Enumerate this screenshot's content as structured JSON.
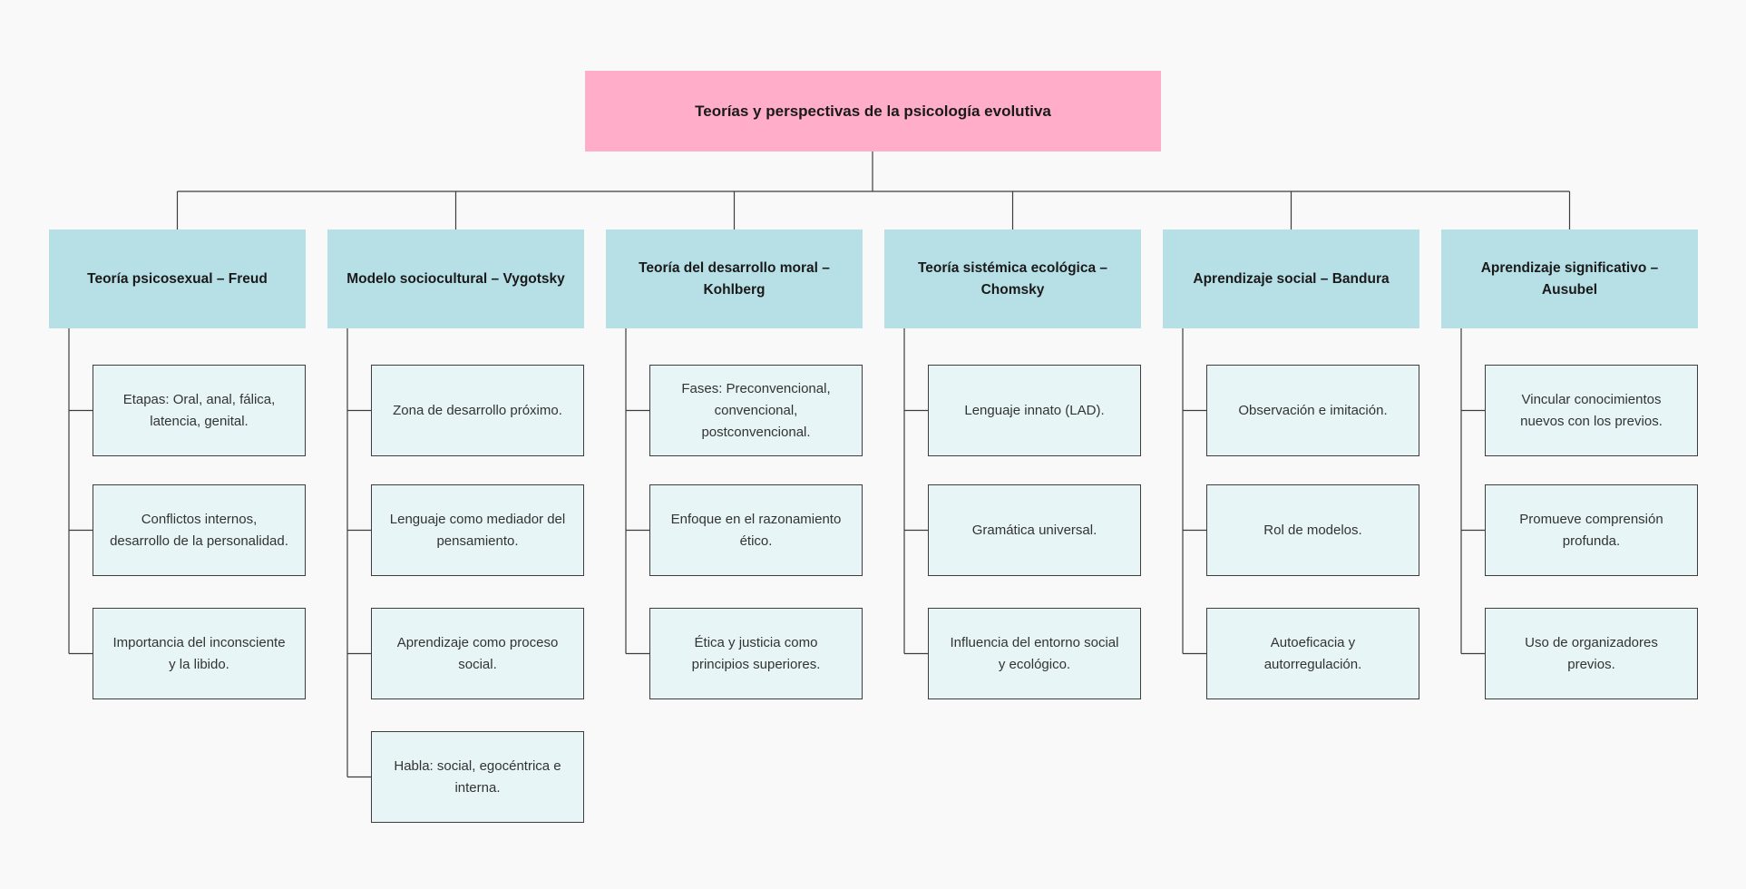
{
  "colors": {
    "root": "#ffadc9",
    "branch": "#b7dfe6",
    "leaf": "#e7f5f6",
    "line": "#3d3d3d"
  },
  "root": {
    "label": "Teorías y perspectivas de la psicología evolutiva"
  },
  "branches": [
    {
      "label": "Teoría psicosexual – Freud",
      "items": [
        "Etapas: Oral, anal, fálica, latencia, genital.",
        "Conflictos internos, desarrollo de la personalidad.",
        "Importancia del inconsciente y la libido."
      ]
    },
    {
      "label": "Modelo sociocultural – Vygotsky",
      "items": [
        "Zona de desarrollo próximo.",
        "Lenguaje como mediador del pensamiento.",
        "Aprendizaje como proceso social.",
        "Habla: social, egocéntrica e interna."
      ]
    },
    {
      "label": "Teoría del desarrollo moral – Kohlberg",
      "items": [
        "Fases: Preconvencional, convencional, postconvencional.",
        "Enfoque en el razonamiento ético.",
        "Ética y justicia como principios superiores."
      ]
    },
    {
      "label": "Teoría sistémica ecológica – Chomsky",
      "items": [
        "Lenguaje innato (LAD).",
        "Gramática universal.",
        "Influencia del entorno social y ecológico."
      ]
    },
    {
      "label": "Aprendizaje social – Bandura",
      "items": [
        "Observación e imitación.",
        "Rol de modelos.",
        "Autoeficacia y autorregulación."
      ]
    },
    {
      "label": "Aprendizaje significativo – Ausubel",
      "items": [
        "Vincular conocimientos nuevos con los previos.",
        "Promueve comprensión profunda.",
        "Uso de organizadores previos."
      ]
    }
  ]
}
